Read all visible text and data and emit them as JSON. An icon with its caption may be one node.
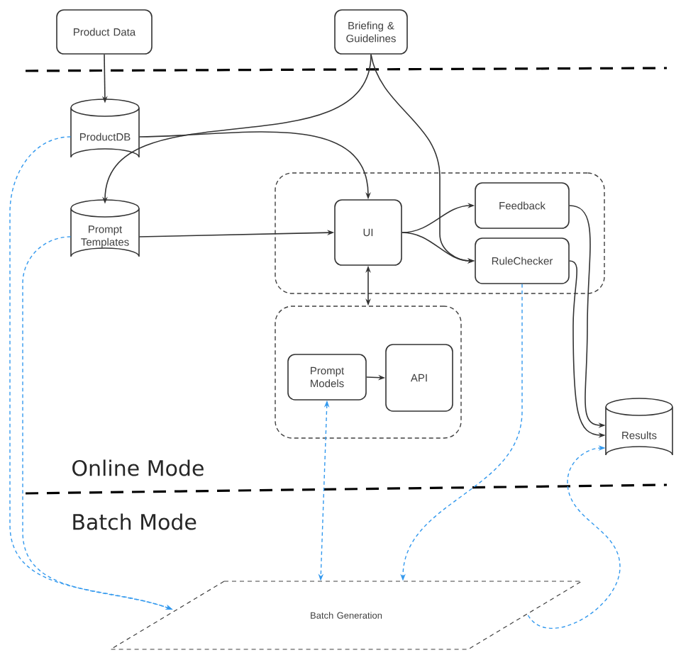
{
  "diagram": {
    "nodes": [
      {
        "text": [
          "Product Data"
        ]
      },
      {
        "text": [
          "Briefing & Guidelines"
        ]
      },
      {
        "text": [
          "ProductDB"
        ]
      },
      {
        "text": [
          "Prompt Templates"
        ]
      },
      {
        "text": [],
        "shape": "box"
      },
      {
        "text": [
          "UI"
        ],
        "in": 4
      },
      {
        "text": [
          "Feedback"
        ],
        "in": 4
      },
      {
        "text": [
          "RuleChecker"
        ],
        "in": 4
      },
      {
        "text": [],
        "shape": "box"
      },
      {
        "text": [
          "Prompt Models"
        ],
        "in": 8
      },
      {
        "text": [
          "API"
        ],
        "in": 8
      },
      {
        "text": [
          "Results"
        ]
      },
      {
        "text": [
          "Batch Generation"
        ]
      }
    ],
    "edges": [
      {
        "from": 0,
        "to": 2,
        "arrow": "to"
      },
      {
        "from": 1,
        "to": 3,
        "arrow": "to"
      },
      {
        "from": 1,
        "to": 7,
        "arrow": "to"
      },
      {
        "from": 2,
        "to": 5,
        "arrow": "to"
      },
      {
        "from": 3,
        "to": 5,
        "arrow": "to"
      },
      {
        "from": 5,
        "to": 6,
        "arrow": "to"
      },
      {
        "from": 5,
        "to": 7,
        "arrow": "to"
      },
      {
        "from": 5,
        "to": 8,
        "arrow": "both"
      },
      {
        "from": 9,
        "to": 10,
        "arrow": "to"
      },
      {
        "from": 6,
        "to": 11,
        "arrow": "to"
      },
      {
        "from": 7,
        "to": 11,
        "arrow": "to"
      },
      {
        "from": 2,
        "to": 12,
        "arrow": "to",
        "style": "dashed",
        "color": "#3399ee"
      },
      {
        "from": 3,
        "to": 12,
        "arrow": "to",
        "style": "dashed",
        "color": "#3399ee"
      },
      {
        "from": 9,
        "to": 12,
        "arrow": "both",
        "style": "dashed",
        "color": "#3399ee"
      },
      {
        "from": 7,
        "to": 12,
        "arrow": "to",
        "style": "dashed",
        "color": "#3399ee"
      },
      {
        "from": 12,
        "to": 11,
        "arrow": "to",
        "style": "dashed",
        "color": "#3399ee"
      }
    ],
    "labels": [
      "Online Mode",
      "Batch Mode"
    ]
  }
}
